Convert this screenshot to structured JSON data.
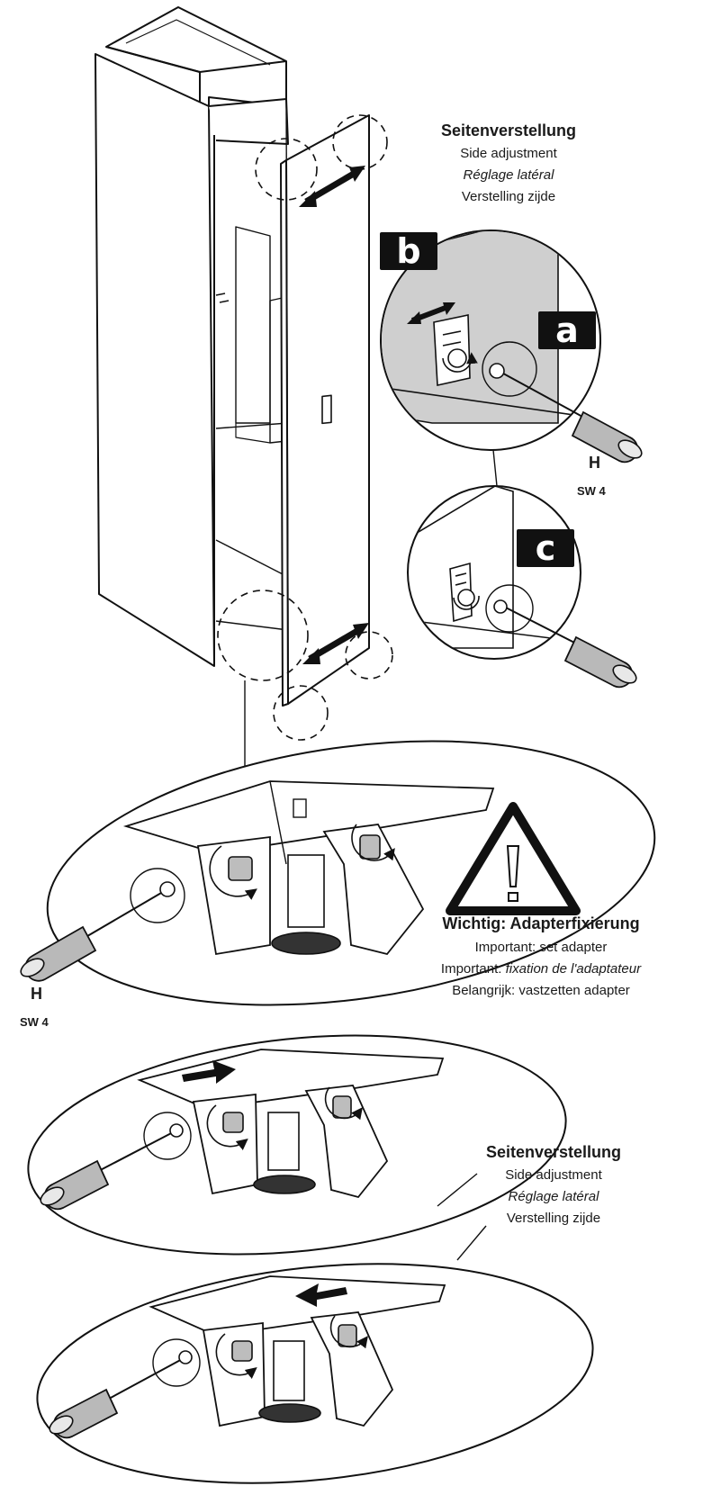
{
  "top_label": {
    "de": "Seitenverstellung",
    "en": "Side adjustment",
    "fr": "Réglage latéral",
    "nl": "Verstelling zijde"
  },
  "badges": {
    "a": "a",
    "b": "b",
    "c": "c"
  },
  "tool_top": {
    "key": "H",
    "size": "SW 4"
  },
  "tool_mid": {
    "key": "H",
    "size": "SW 4"
  },
  "warning": {
    "de": "Wichtig: Adapterfixierung",
    "en": "Important: set adapter",
    "fr_prefix": "Important:",
    "fr_italic": "fixation de l'adaptateur",
    "nl": "Belangrijk: vastzetten adapter"
  },
  "bottom_label": {
    "de": "Seitenverstellung",
    "en": "Side adjustment",
    "fr": "Réglage latéral",
    "nl": "Verstelling zijde"
  },
  "colors": {
    "ink": "#111111",
    "panel_gray": "#cfcfcf",
    "handle_gray": "#b9b9b9"
  },
  "icons": [
    "screwdriver-icon",
    "double-arrow-icon",
    "rotation-arrow-icon",
    "warning-triangle-icon",
    "push-arrow-icon"
  ]
}
